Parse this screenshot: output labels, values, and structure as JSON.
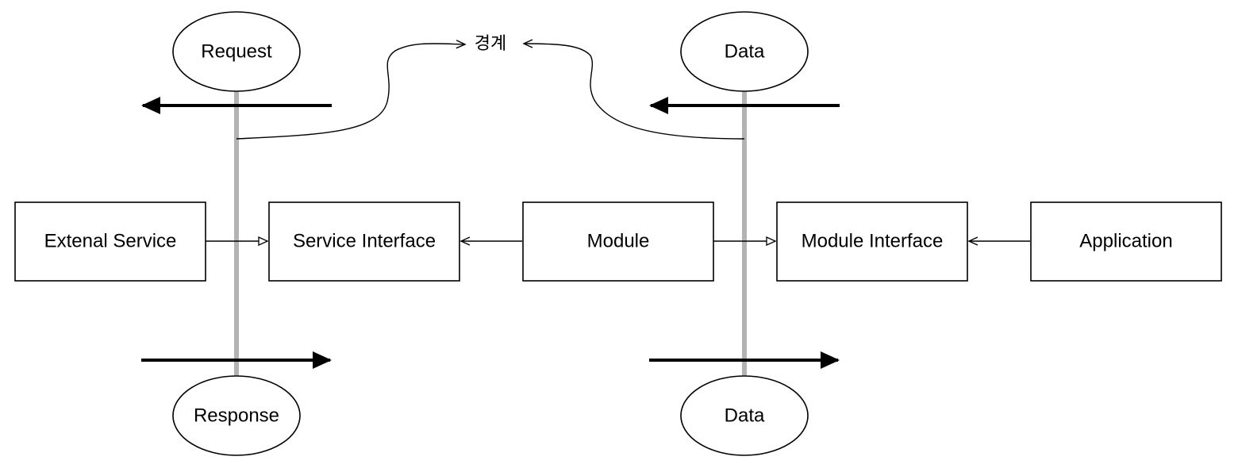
{
  "boundary_label": "경계",
  "left_boundary": {
    "top_ellipse": "Request",
    "bottom_ellipse": "Response"
  },
  "right_boundary": {
    "top_ellipse": "Data",
    "bottom_ellipse": "Data"
  },
  "boxes": {
    "external_service": "Extenal Service",
    "service_interface": "Service Interface",
    "module": "Module",
    "module_interface": "Module Interface",
    "application": "Application"
  },
  "colors": {
    "boundary_line": "#b3b3b3",
    "stroke": "#000000",
    "fill": "#ffffff"
  }
}
